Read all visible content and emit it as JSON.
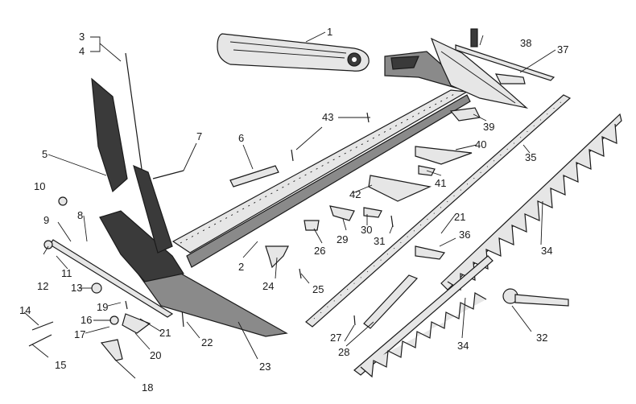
{
  "diagram": {
    "labels": [
      {
        "id": "1",
        "text": "1"
      },
      {
        "id": "2",
        "text": "2"
      },
      {
        "id": "3",
        "text": "3"
      },
      {
        "id": "4",
        "text": "4"
      },
      {
        "id": "5",
        "text": "5"
      },
      {
        "id": "6",
        "text": "6"
      },
      {
        "id": "7",
        "text": "7"
      },
      {
        "id": "8",
        "text": "8"
      },
      {
        "id": "9",
        "text": "9"
      },
      {
        "id": "10",
        "text": "10"
      },
      {
        "id": "11",
        "text": "11"
      },
      {
        "id": "12",
        "text": "12"
      },
      {
        "id": "13",
        "text": "13"
      },
      {
        "id": "14",
        "text": "14"
      },
      {
        "id": "15",
        "text": "15"
      },
      {
        "id": "16",
        "text": "16"
      },
      {
        "id": "17",
        "text": "17"
      },
      {
        "id": "18",
        "text": "18"
      },
      {
        "id": "19",
        "text": "19"
      },
      {
        "id": "20",
        "text": "20"
      },
      {
        "id": "21a",
        "text": "21"
      },
      {
        "id": "21b",
        "text": "21"
      },
      {
        "id": "22",
        "text": "22"
      },
      {
        "id": "23",
        "text": "23"
      },
      {
        "id": "24",
        "text": "24"
      },
      {
        "id": "25",
        "text": "25"
      },
      {
        "id": "26",
        "text": "26"
      },
      {
        "id": "27",
        "text": "27"
      },
      {
        "id": "28",
        "text": "28"
      },
      {
        "id": "29",
        "text": "29"
      },
      {
        "id": "30",
        "text": "30"
      },
      {
        "id": "31",
        "text": "31"
      },
      {
        "id": "32",
        "text": "32"
      },
      {
        "id": "34a",
        "text": "34"
      },
      {
        "id": "34b",
        "text": "34"
      },
      {
        "id": "35",
        "text": "35"
      },
      {
        "id": "36",
        "text": "36"
      },
      {
        "id": "37",
        "text": "37"
      },
      {
        "id": "38",
        "text": "38"
      },
      {
        "id": "39",
        "text": "39"
      },
      {
        "id": "40",
        "text": "40"
      },
      {
        "id": "41",
        "text": "41"
      },
      {
        "id": "42",
        "text": "42"
      },
      {
        "id": "43",
        "text": "43"
      }
    ]
  }
}
